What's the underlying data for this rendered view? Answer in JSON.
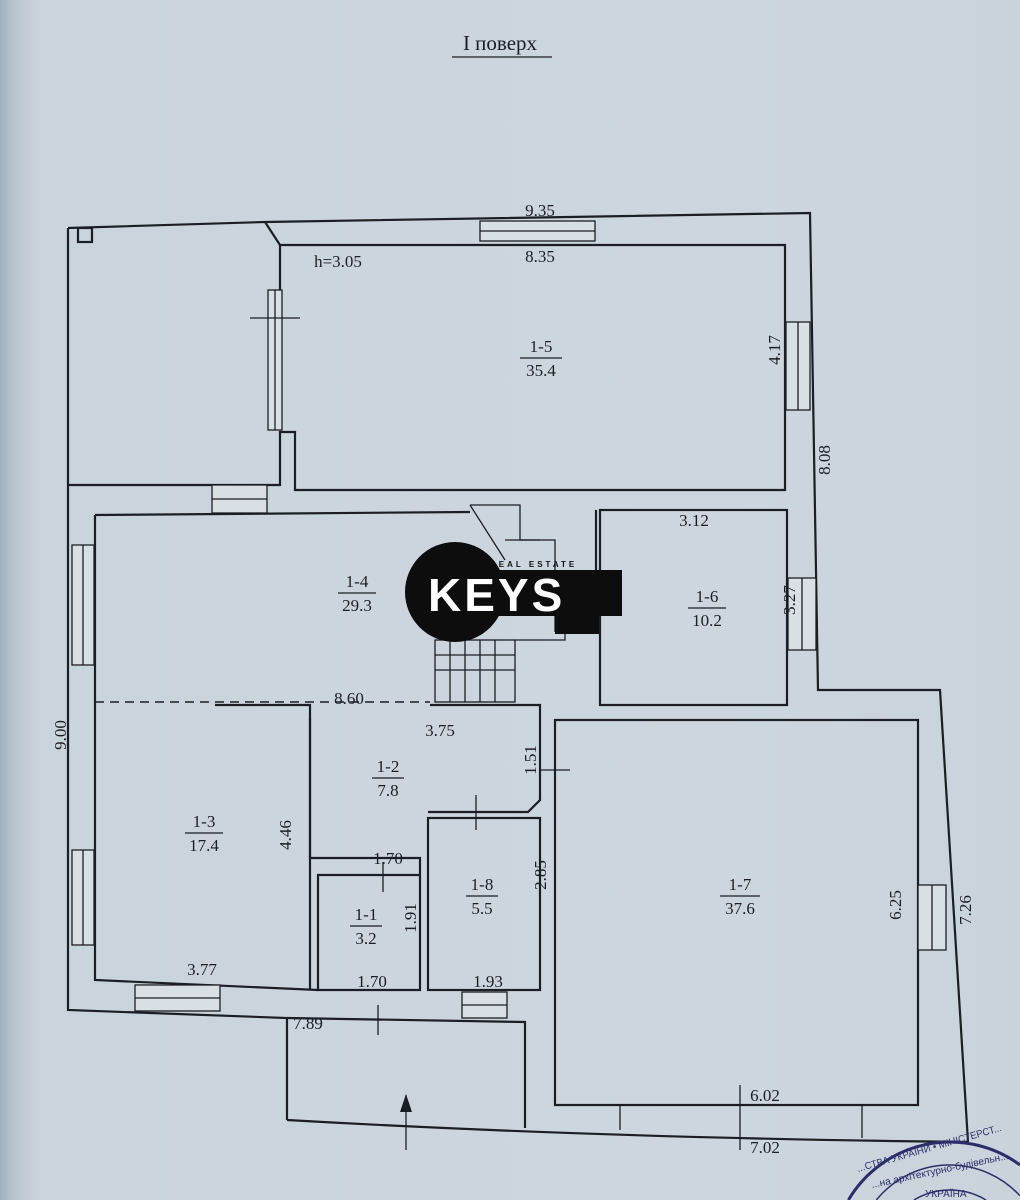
{
  "title": "І поверх",
  "ceiling_height": "h=3.05",
  "rooms": [
    {
      "id": "1-5",
      "area": "35.4"
    },
    {
      "id": "1-4",
      "area": "29.3"
    },
    {
      "id": "1-6",
      "area": "10.2"
    },
    {
      "id": "1-3",
      "area": "17.4"
    },
    {
      "id": "1-2",
      "area": "7.8"
    },
    {
      "id": "1-8",
      "area": "5.5"
    },
    {
      "id": "1-1",
      "area": "3.2"
    },
    {
      "id": "1-7",
      "area": "37.6"
    }
  ],
  "dimensions": [
    "9.35",
    "8.35",
    "4.17",
    "8.08",
    "3.12",
    "3.27",
    "9.00",
    "8.60",
    "3.75",
    "1.51",
    "4.46",
    "1.70",
    "2.85",
    "1.91",
    "6.25",
    "7.26",
    "3.77",
    "1.70",
    "1.93",
    "7.89",
    "6.02",
    "7.02"
  ],
  "logo": {
    "tagline": "REAL ESTATE",
    "name": "KEYS"
  },
  "stamp": {
    "line1": "...СТВА УКРАЇНИ • МІНІСТЕРСТ...",
    "line2": "...на архітектурно-будівельн...",
    "line3": "УКРАЇНА"
  }
}
